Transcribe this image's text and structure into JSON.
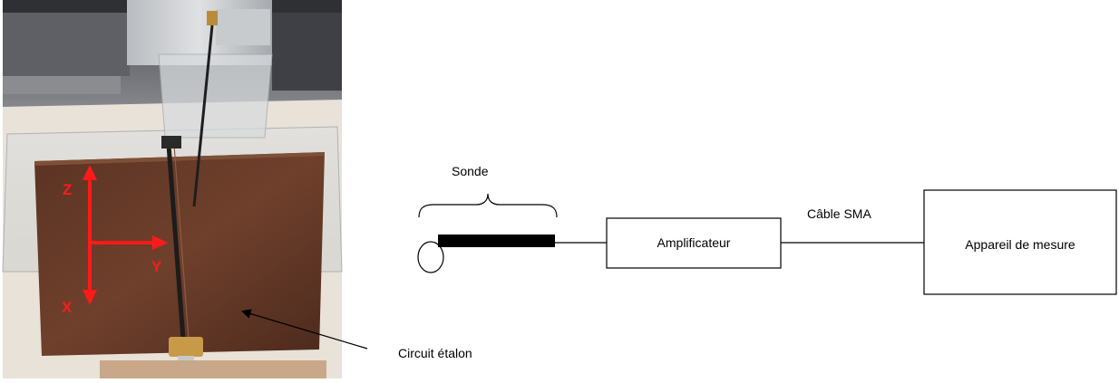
{
  "photo": {
    "axes": {
      "z_label": "Z",
      "y_label": "Y",
      "x_label": "X"
    },
    "callout_label": "Circuit étalon"
  },
  "schematic": {
    "probe_label": "Sonde",
    "amplifier_label": "Amplificateur",
    "cable_label": "Câble SMA",
    "instrument_label": "Appareil de mesure"
  },
  "colors": {
    "axis": "#ff1a1a",
    "line": "#000000",
    "board": "#5a3424",
    "background": "#ffffff"
  }
}
